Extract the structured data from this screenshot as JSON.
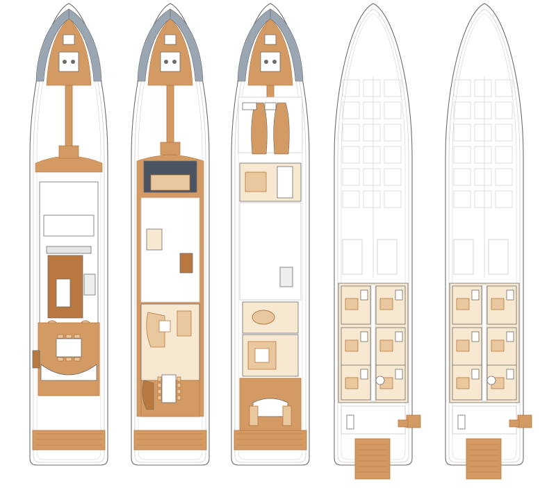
{
  "diagram": {
    "type": "yacht-deck-plans",
    "decks": [
      {
        "id": "sun-deck",
        "style": "furnished"
      },
      {
        "id": "bridge-deck",
        "style": "furnished"
      },
      {
        "id": "main-deck",
        "style": "furnished"
      },
      {
        "id": "lower-deck-a",
        "style": "guest-cabins"
      },
      {
        "id": "lower-deck-b",
        "style": "guest-cabins"
      }
    ],
    "colors": {
      "hull_fill": "#ffffff",
      "hull_stroke": "#6b6b6b",
      "teak": "#d39a63",
      "teak_dark": "#b8783f",
      "interior": "#f7e8d2",
      "carpet": "#f3dcc0",
      "furniture": "#e9c79f",
      "ghost_line": "#c9c9c9",
      "pool": "#8fc6df",
      "glass": "#9aa6b2",
      "dark_panel": "#4a5360"
    }
  }
}
